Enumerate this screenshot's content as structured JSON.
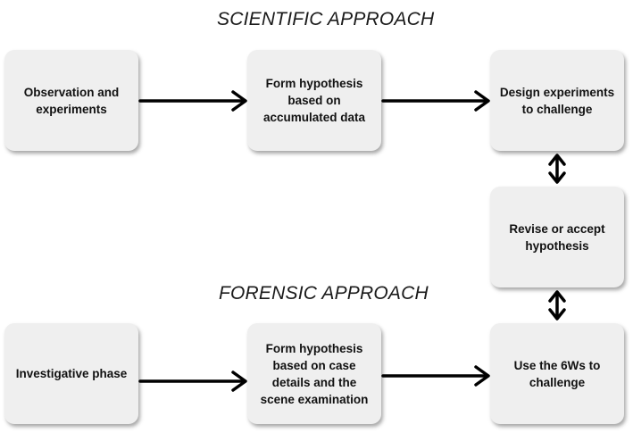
{
  "scientific": {
    "title": "SCIENTIFIC APPROACH",
    "observation": "Observation and experiments",
    "form_hypothesis": "Form hypothesis based on accumulated data",
    "design": "Design experiments to challenge"
  },
  "shared": {
    "revise": "Revise or accept hypothesis"
  },
  "forensic": {
    "title": "FORENSIC APPROACH",
    "investigative": "Investigative phase",
    "form_hypothesis": "Form hypothesis based on case details and the scene examination",
    "challenge": "Use the 6Ws to challenge"
  },
  "colors": {
    "box_fill": "#efefef",
    "arrow": "#000000"
  }
}
